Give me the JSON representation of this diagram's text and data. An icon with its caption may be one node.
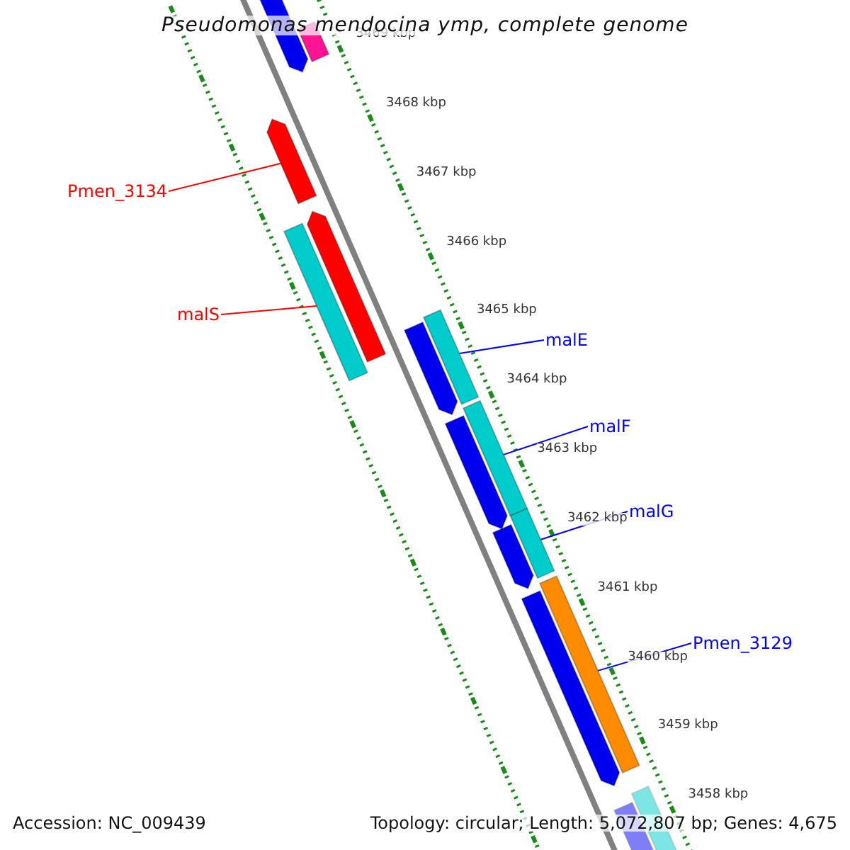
{
  "diagram": {
    "title": "Pseudomonas mendocina ymp, complete genome",
    "nodes": [
      {
        "text": [],
        "shape": "bar"
      },
      {
        "text": [],
        "shape": "bar"
      },
      {
        "text": [
          "Pmen_3134"
        ]
      },
      {
        "text": [],
        "shape": "bar"
      },
      {
        "text": [],
        "shape": "bar"
      },
      {
        "text": [],
        "shape": "bar"
      },
      {
        "text": [
          "malS"
        ]
      },
      {
        "text": [
          "malE"
        ]
      },
      {
        "text": [],
        "shape": "bar"
      },
      {
        "text": [],
        "shape": "bar"
      },
      {
        "text": [
          "malF"
        ]
      },
      {
        "text": [],
        "shape": "bar"
      },
      {
        "text": [],
        "shape": "bar"
      },
      {
        "text": [
          "malG"
        ]
      },
      {
        "text": [],
        "shape": "bar"
      },
      {
        "text": [],
        "shape": "bar"
      },
      {
        "text": [
          "Pmen_3129"
        ]
      },
      {
        "text": [],
        "shape": "bar"
      },
      {
        "text": [],
        "shape": "bar"
      },
      {
        "text": [],
        "shape": "bar"
      },
      {
        "text": [],
        "shape": "bar"
      }
    ],
    "edges": [
      {
        "from": 2,
        "to": 3,
        "arrow": "none",
        "color": "#ff0000"
      },
      {
        "from": 6,
        "to": 5,
        "arrow": "none",
        "color": "#ff0000"
      },
      {
        "from": 7,
        "to": 8,
        "arrow": "none"
      },
      {
        "from": 10,
        "to": 11,
        "arrow": "none"
      },
      {
        "from": 13,
        "to": 14,
        "arrow": "none"
      },
      {
        "from": 16,
        "to": 17,
        "arrow": "none"
      }
    ],
    "labels": [
      "3469 kbp",
      "3468 kbp",
      "3467 kbp",
      "3466 kbp",
      "3465 kbp",
      "3464 kbp",
      "3463 kbp",
      "3462 kbp",
      "3461 kbp",
      "3460 kbp",
      "3459 kbp",
      "3458 kbp",
      "Accession: NC_009439",
      "Topology: circular; Length: 5,072,807 bp; Genes: 4,675"
    ]
  }
}
